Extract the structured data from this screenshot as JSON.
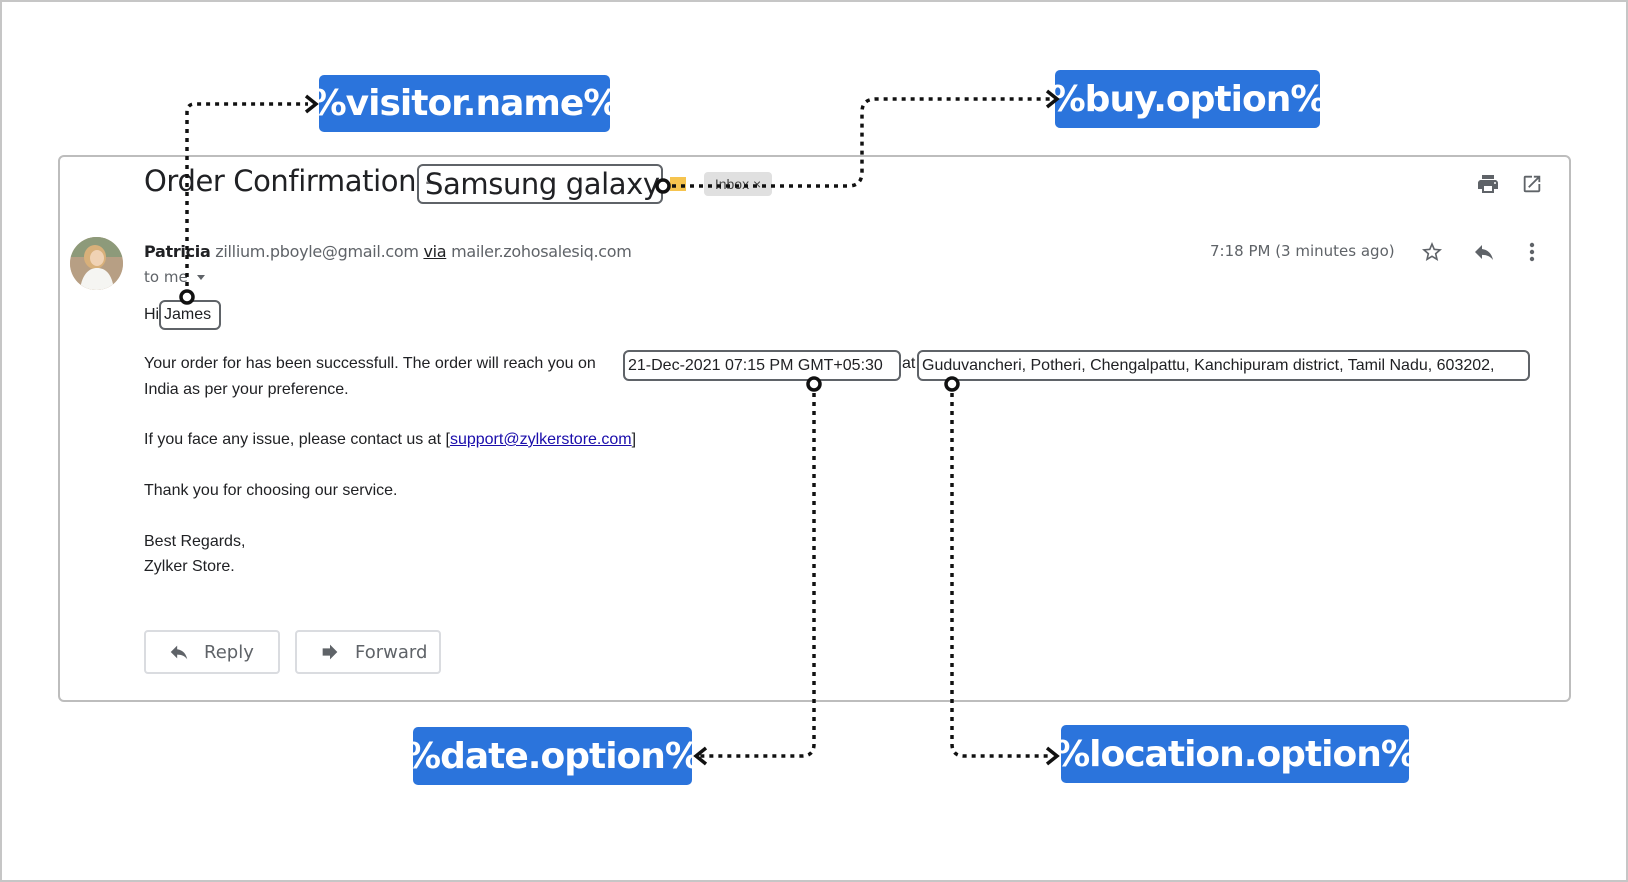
{
  "email": {
    "subject_prefix": "Order Confirmation - ",
    "subject_product": "Samsung galaxy Z",
    "inbox_chip": "Inbox ×",
    "sender_name": "Patricia",
    "sender_email": "zillium.pboyle@gmail.com",
    "via_label": "via",
    "via_domain": "mailer.zohosalesiq.com",
    "to_me": "to me",
    "time": "7:18 PM (3 minutes ago)",
    "greeting": "Hi",
    "name": "James",
    "line1_prefix": "Your order for has been successfull. The order will reach you on",
    "date": "21-Dec-2021 07:15 PM GMT+05:30",
    "at": "at",
    "location": "Guduvancheri, Potheri, Chengalpattu, Kanchipuram district, Tamil Nadu, 603202,",
    "line1_cont": "India as per your preference.",
    "line2_prefix": "If you face any issue, please contact us at [",
    "support_email": "support@zylkerstore.com",
    "line2_suffix": "]",
    "line3": "Thank you for choosing our service.",
    "regards": "Best Regards,",
    "signature": "Zylker Store."
  },
  "actions": {
    "reply": "Reply",
    "forward": "Forward"
  },
  "annotations": {
    "visitor_name": "%visitor.name%",
    "buy_option": "%buy.option%",
    "date_option": "%date.option%",
    "location_option": "%location.option%"
  },
  "icons": [
    "print-icon",
    "open-in-new-window-icon",
    "star-icon",
    "reply-icon",
    "more-vert-icon",
    "caret-down-icon",
    "forward-icon"
  ],
  "colors": {
    "annotation_blue": "#2b74dc",
    "link": "#1a0dab"
  }
}
